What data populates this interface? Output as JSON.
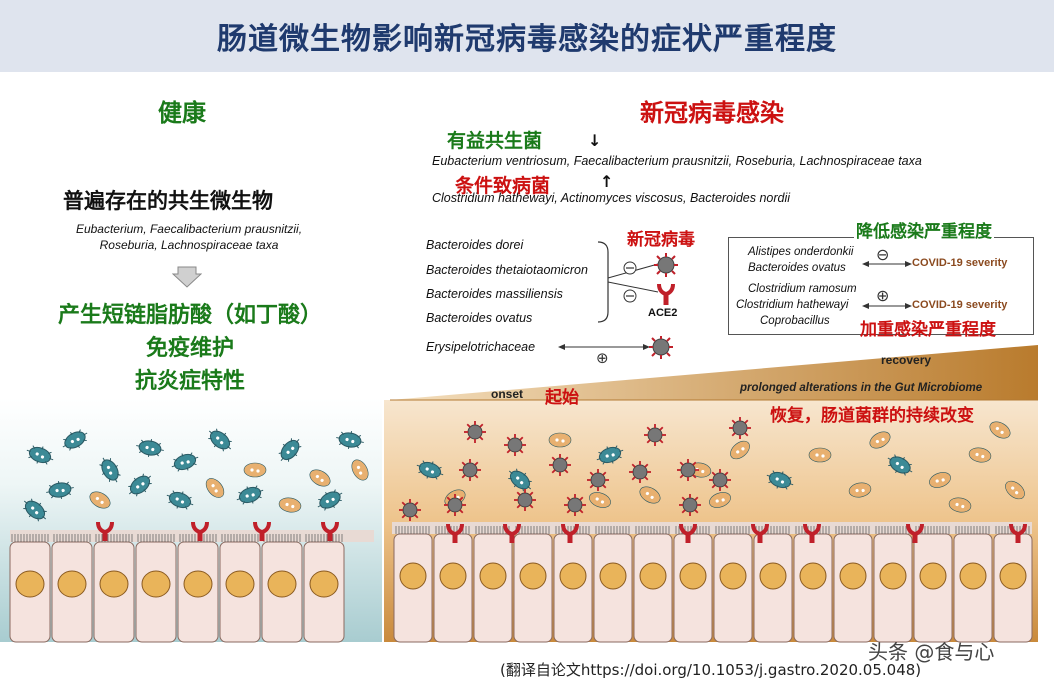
{
  "title": "肠道微生物影响新冠病毒感染的症状严重程度",
  "healthy": {
    "heading": "健康",
    "subheading": "普遍存在的共生微生物",
    "taxa_line1": "Eubacterium, Faecalibacterium prausnitzii,",
    "taxa_line2": "Roseburia, Lachnospiraceae taxa",
    "benefit1": "产生短链脂肪酸（如丁酸）",
    "benefit2": "免疫维护",
    "benefit3": "抗炎症特性"
  },
  "infection": {
    "heading": "新冠病毒感染",
    "beneficial_label": "有益共生菌",
    "beneficial_arrow": "↓",
    "beneficial_taxa": "Eubacterium ventriosum, Faecalibacterium prausnitzii, Roseburia, Lachnospiraceae taxa",
    "pathogen_label": "条件致病菌",
    "pathogen_arrow": "↑",
    "pathogen_taxa": "Clostridium hathewayi, Actinomyces viscosus, Bacteroides nordii",
    "virus_label": "新冠病毒",
    "bacteroides": [
      "Bacteroides dorei",
      "Bacteroides thetaiotaomicron",
      "Bacteroides massiliensis",
      "Bacteroides ovatus"
    ],
    "ace2_label": "ACE2",
    "erysipelo": "Erysipelotrichaceae",
    "minus_sign": "⊖",
    "plus_sign": "⊕",
    "reduce_label": "降低感染严重程度",
    "increase_label": "加重感染严重程度",
    "reduce_taxa": [
      "Alistipes onderdonkii",
      "Bacteroides ovatus"
    ],
    "increase_taxa": [
      "Clostridium ramosum",
      "Clostridium hathewayi",
      "Coprobacillus"
    ],
    "severity_text": "COVID-19 severity",
    "recovery": "recovery",
    "onset_en": "onset",
    "onset_cn": "起始",
    "prolonged": "prolonged alterations in the Gut Microbiome",
    "prolonged_cn": "恢复，肠道菌群的持续改变"
  },
  "watermark": "头条 @食与心",
  "citation": "(翻译自论文https://doi.org/10.1053/j.gastro.2020.05.048)",
  "colors": {
    "title_bg": "#dfe4ee",
    "title_text": "#1f3a6e",
    "green": "#1a7a1a",
    "red": "#cc1111",
    "healthy_bg": "#cfe4e6",
    "infected_bg": "#e6b978",
    "bacteria_teal": "#3c8a96",
    "bacteria_tan": "#e8b070",
    "receptor": "#c0202a"
  },
  "icons": [
    "down-arrow-icon",
    "up-arrow-icon",
    "virus-icon",
    "ace2-receptor-icon",
    "bacteria-icon",
    "immune-cell-icon"
  ]
}
